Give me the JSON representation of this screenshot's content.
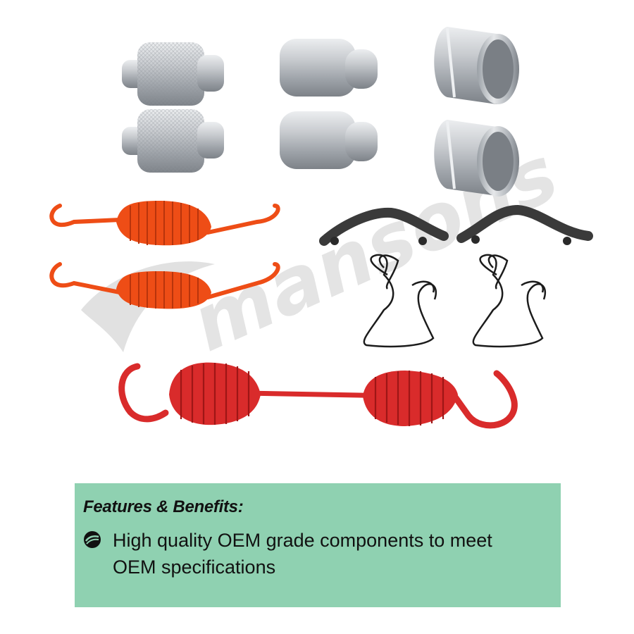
{
  "image": {
    "alt": "",
    "watermark": "mansons",
    "parts": [
      "knurled-roller",
      "knurled-roller",
      "plain-roller",
      "plain-roller",
      "bushing",
      "bushing",
      "orange-return-spring",
      "orange-return-spring",
      "black-retainer-clip",
      "black-retainer-clip",
      "wire-clip",
      "wire-clip",
      "red-return-spring"
    ],
    "colors": {
      "orange_spring": "#ee4d16",
      "red_spring": "#d92b2b",
      "black_clip": "#3a3a3a",
      "metal": "#b4b8bd",
      "watermark": "#c7c7c7"
    }
  },
  "features": {
    "title": "Features & Benefits:",
    "background": "#8fd1b1",
    "bullet_icon": "swoosh-bullet-icon",
    "items": [
      "High quality OEM grade components to meet OEM specifications"
    ]
  }
}
